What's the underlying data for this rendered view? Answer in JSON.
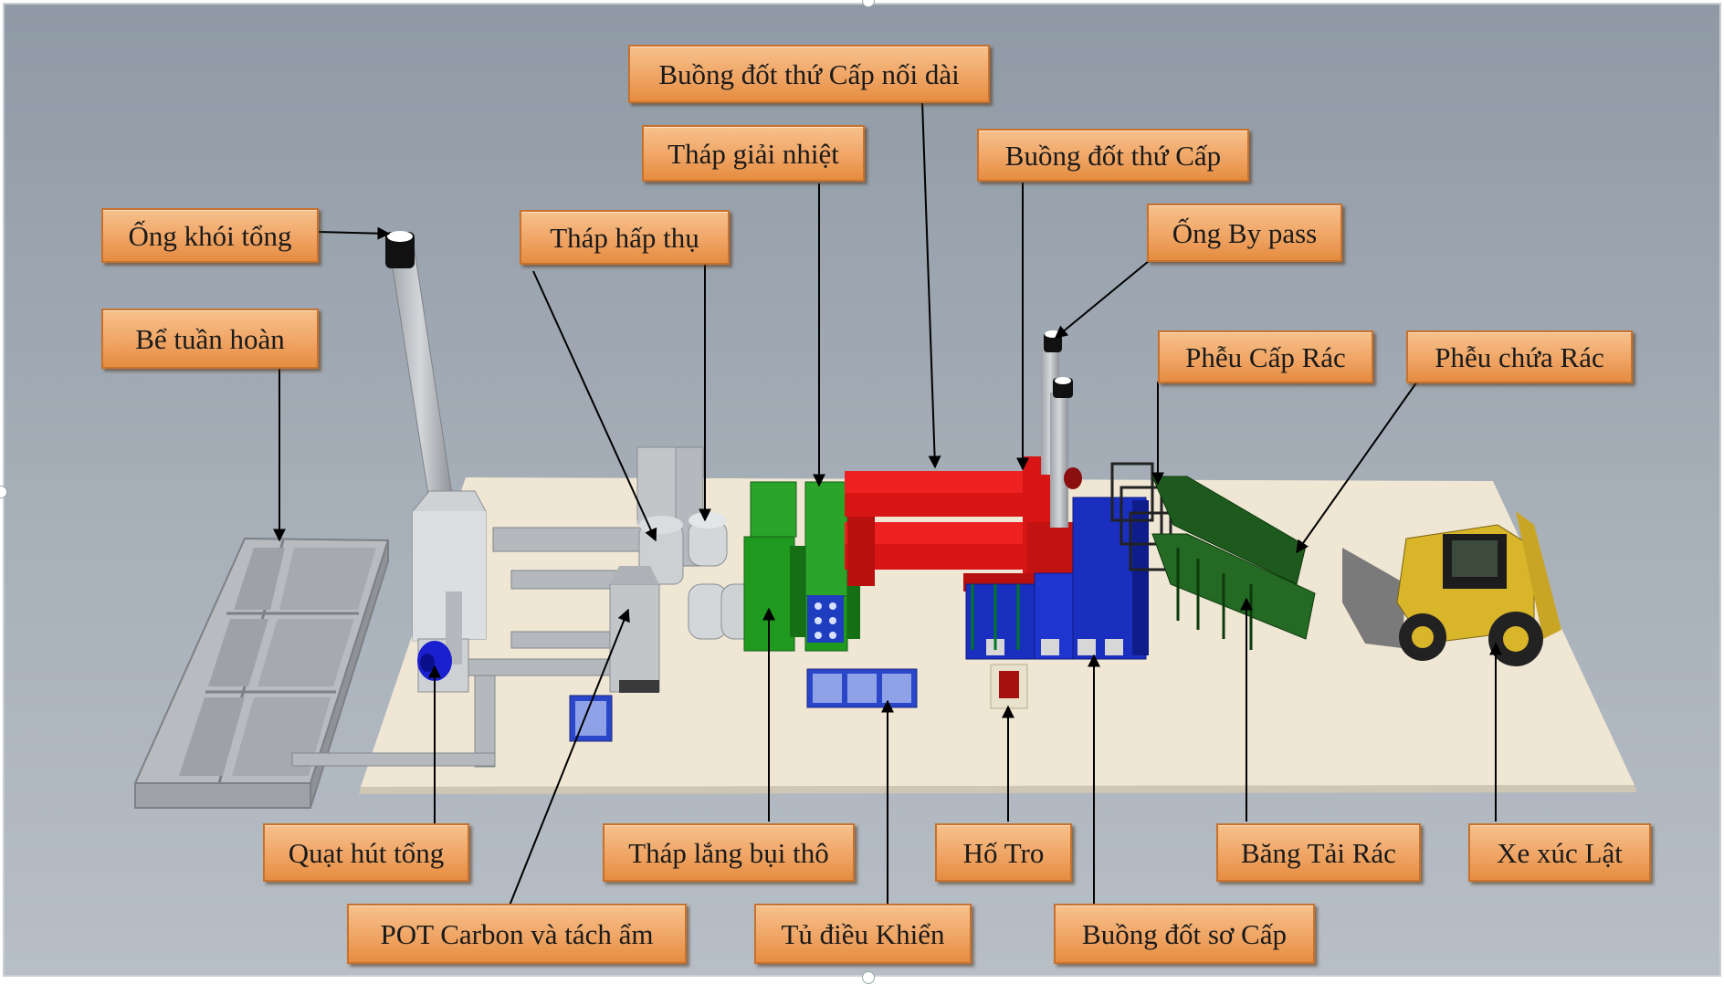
{
  "labels": {
    "ong_khoi_tong": "Ống khói tổng",
    "be_tuan_hoan": "Bể tuần hoàn",
    "thap_hap_thu": "Tháp hấp thụ",
    "thap_giai_nhiet": "Tháp giải nhiệt",
    "buong_dot_thu_cap_noi_dai": "Buồng đốt thứ Cấp nối dài",
    "buong_dot_thu_cap": "Buồng đốt thứ Cấp",
    "ong_by_pass": "Ống By pass",
    "pheu_cap_rac": "Phễu Cấp Rác",
    "pheu_chua_rac": "Phễu chứa Rác",
    "quat_hut_tong": "Quạt hút tổng",
    "pot_carbon": "POT Carbon và tách ẩm",
    "thap_lang_bui_tho": "Tháp lắng bụi thô",
    "tu_dieu_khien": "Tủ điều Khiển",
    "ho_tro": "Hố Tro",
    "buong_dot_so_cap": "Buồng đốt sơ Cấp",
    "bang_tai_rac": "Băng Tải Rác",
    "xe_xuc_lat": "Xe xúc Lật"
  },
  "colors": {
    "background": "#a3acb6",
    "floor": "#efe6d4",
    "label_fill": "#f0a565",
    "label_border": "#c8712c",
    "chamber_red": "#d81515",
    "chamber_blue": "#1a2fc0",
    "tower_green": "#1f9a1f",
    "conveyor_green": "#1e5a1e",
    "structure_gray": "#b9bcc0",
    "loader_yellow": "#d9b52a"
  }
}
